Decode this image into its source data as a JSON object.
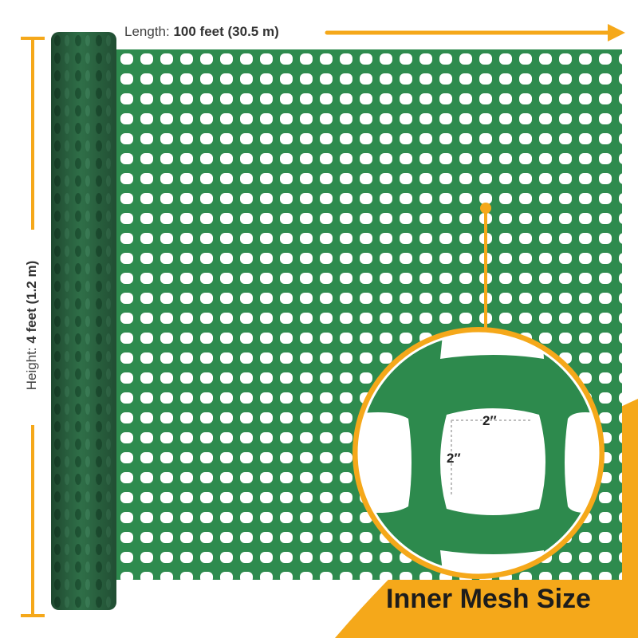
{
  "product": {
    "length_prefix": "Length: ",
    "length_value": "100 feet (30.5 m)",
    "height_prefix": "Height: ",
    "height_value": "4 feet (1.2 m)",
    "inset_width": "2″",
    "inset_height": "2″",
    "caption": "Inner Mesh Size"
  },
  "colors": {
    "mesh_green": "#2e8b4e",
    "roll_green": "#2f6f48",
    "accent_orange": "#f5a81a",
    "background": "#ffffff"
  }
}
